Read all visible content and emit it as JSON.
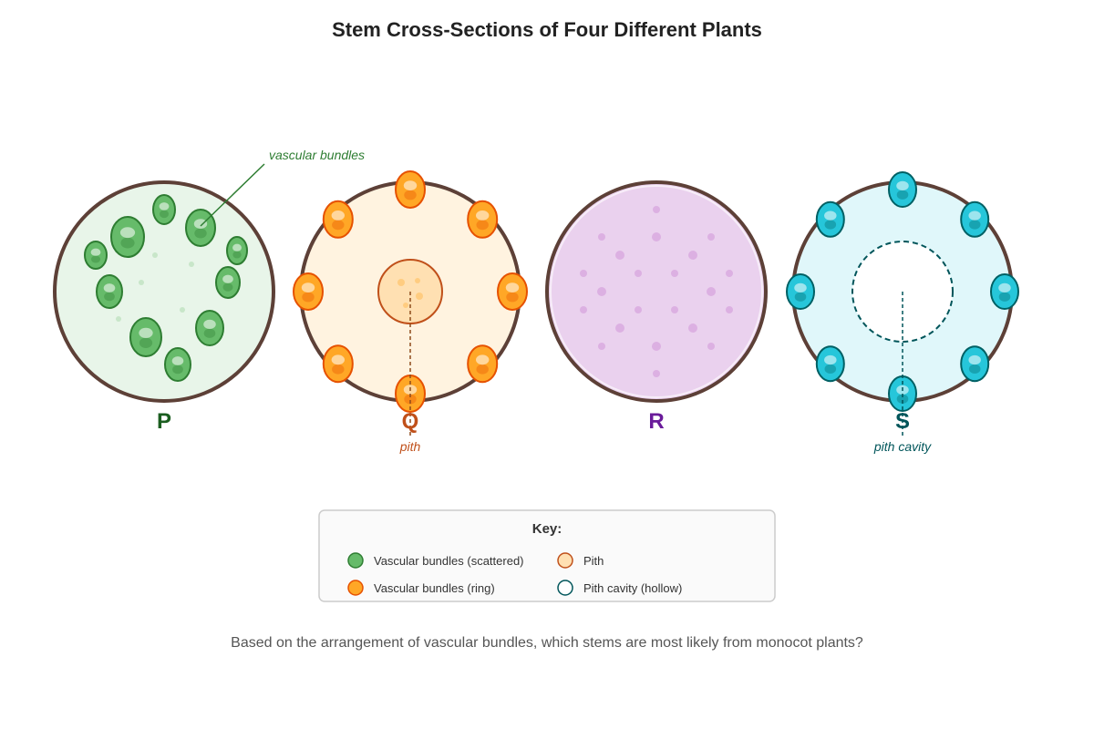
{
  "title": "Stem Cross-Sections of Four Different Plants",
  "plants": [
    {
      "id": "P",
      "color": "#1b5e20",
      "fill": "#e8f5e9",
      "bundle_fill": "#66bb6a",
      "bundle_stroke": "#2e7d32",
      "arrangement": "scattered"
    },
    {
      "id": "Q",
      "color": "#c0501a",
      "fill": "#fff3e0",
      "bundle_fill": "#ffa726",
      "bundle_stroke": "#e65100",
      "arrangement": "ring",
      "pith": true
    },
    {
      "id": "R",
      "color": "#6a1b9a",
      "fill": "#ead1ee",
      "arrangement": "none"
    },
    {
      "id": "S",
      "color": "#00555a",
      "fill": "#e0f7fa",
      "bundle_fill": "#26c6da",
      "bundle_stroke": "#006064",
      "arrangement": "ring",
      "pith_cavity": true
    }
  ],
  "annotations": {
    "vascular_bundles": "vascular bundles",
    "pith": "pith",
    "pith_cavity": "pith cavity"
  },
  "key": {
    "title": "Key:",
    "items": [
      {
        "label": "Vascular bundles (scattered)",
        "fill": "#66bb6a",
        "stroke": "#2e7d32"
      },
      {
        "label": "Pith",
        "fill": "#ffe0b2",
        "stroke": "#c0501a"
      },
      {
        "label": "Vascular bundles (ring)",
        "fill": "#ffa726",
        "stroke": "#e65100"
      },
      {
        "label": "Pith cavity (hollow)",
        "fill": "#ffffff",
        "stroke": "#00555a"
      }
    ]
  },
  "question": "Based on the arrangement of vascular bundles, which stems are most likely from monocot plants?",
  "colors": {
    "stem_border": "#5d4037",
    "annot_green": "#2e7d32",
    "annot_orange": "#c0501a",
    "annot_teal": "#00555a"
  }
}
